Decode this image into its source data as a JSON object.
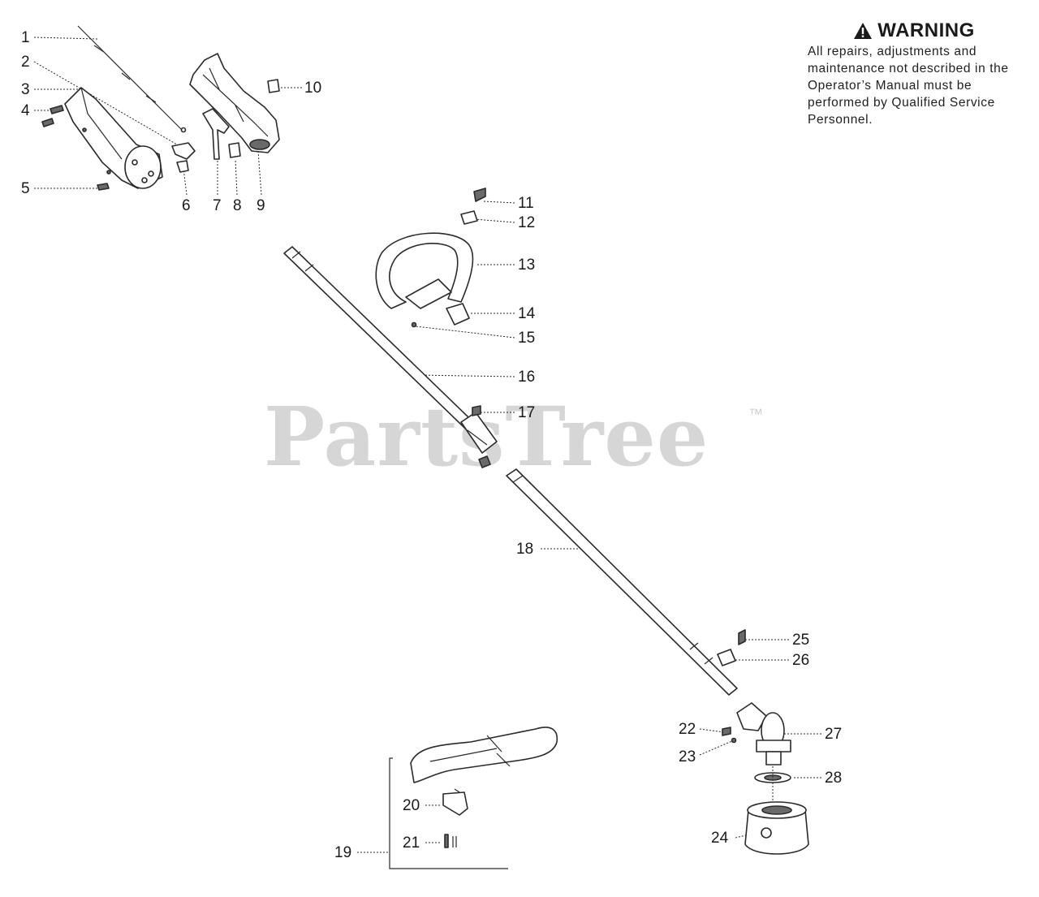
{
  "warning": {
    "title": "WARNING",
    "body": "All repairs, adjustments and maintenance not described in the Operator’s Manual must be performed by Qualified Service Personnel."
  },
  "watermark": {
    "text": "PartsTree",
    "trademark": "™"
  },
  "callouts": [
    "1",
    "2",
    "3",
    "4",
    "5",
    "6",
    "7",
    "8",
    "9",
    "10",
    "11",
    "12",
    "13",
    "14",
    "15",
    "16",
    "17",
    "18",
    "19",
    "20",
    "21",
    "22",
    "23",
    "24",
    "25",
    "26",
    "27",
    "28"
  ]
}
